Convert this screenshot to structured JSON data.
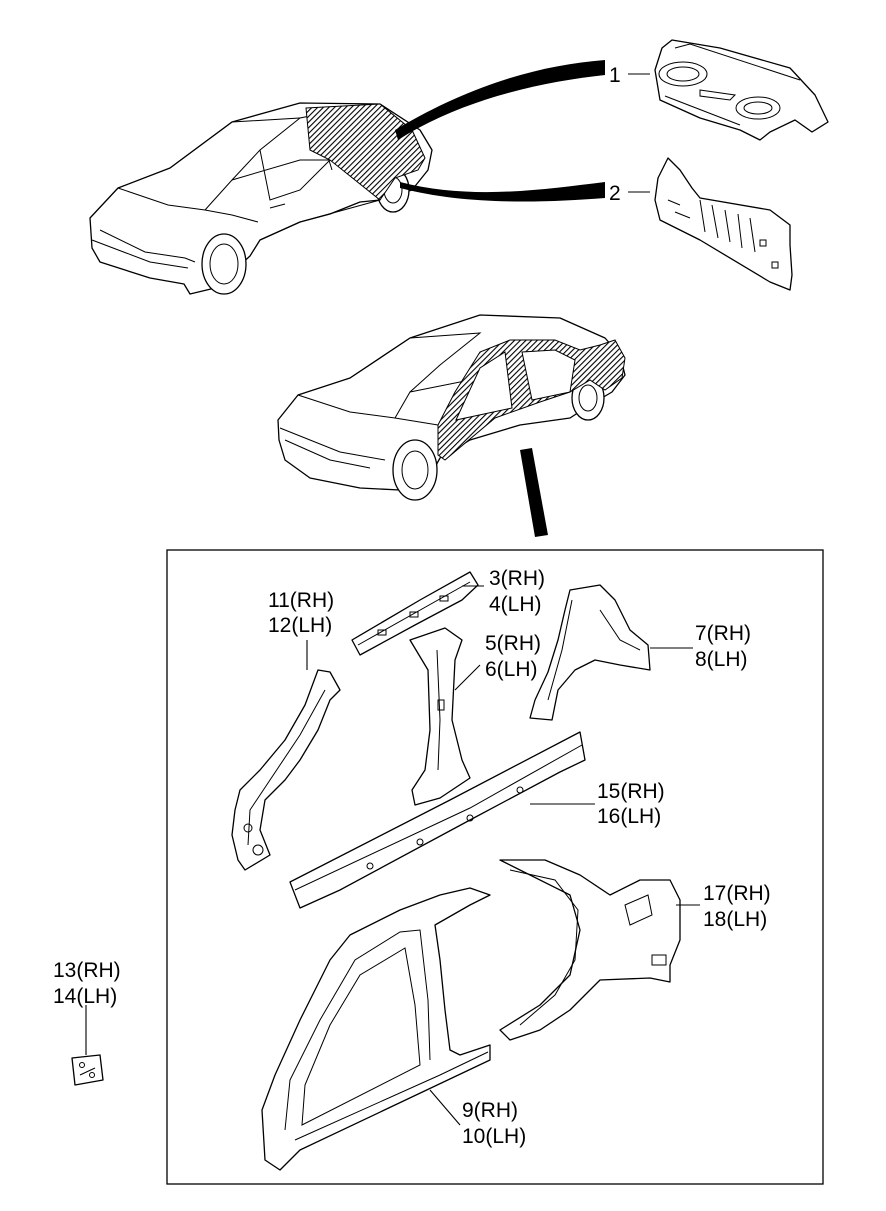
{
  "diagram": {
    "callouts": [
      {
        "id": "c1",
        "text": "1"
      },
      {
        "id": "c2",
        "text": "2"
      },
      {
        "id": "c3",
        "text": "3(RH)"
      },
      {
        "id": "c4",
        "text": "4(LH)"
      },
      {
        "id": "c5",
        "text": "5(RH)"
      },
      {
        "id": "c6",
        "text": "6(LH)"
      },
      {
        "id": "c7",
        "text": "7(RH)"
      },
      {
        "id": "c8",
        "text": "8(LH)"
      },
      {
        "id": "c9",
        "text": "9(RH)"
      },
      {
        "id": "c10",
        "text": "10(LH)"
      },
      {
        "id": "c11",
        "text": "11(RH)"
      },
      {
        "id": "c12",
        "text": "12(LH)"
      },
      {
        "id": "c13",
        "text": "13(RH)"
      },
      {
        "id": "c14",
        "text": "14(LH)"
      },
      {
        "id": "c15",
        "text": "15(RH)"
      },
      {
        "id": "c16",
        "text": "16(LH)"
      },
      {
        "id": "c17",
        "text": "17(RH)"
      },
      {
        "id": "c18",
        "text": "18(LH)"
      }
    ]
  }
}
